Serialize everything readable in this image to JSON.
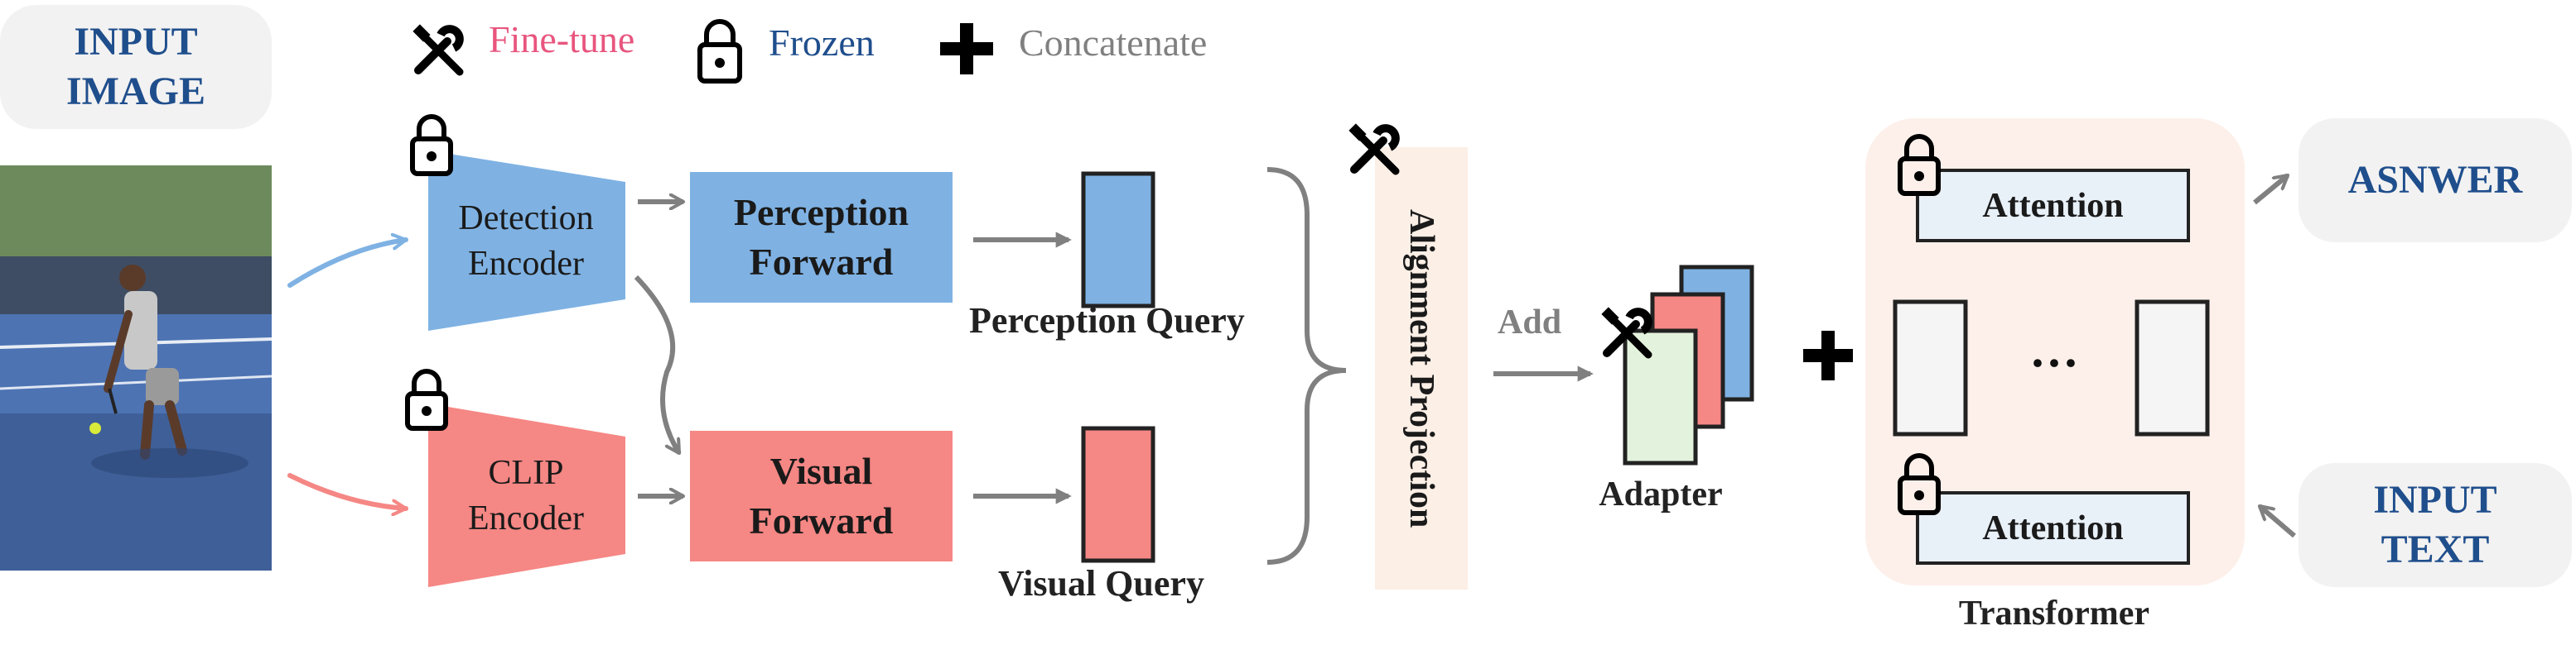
{
  "legend": {
    "finetune_label": "Fine-tune",
    "frozen_label": "Frozen",
    "concat_label": "Concatenate",
    "finetune_icon": "tools-icon",
    "frozen_icon": "lock-icon",
    "concat_icon": "plus-icon"
  },
  "input_image": {
    "label": "INPUT\nIMAGE"
  },
  "encoders": {
    "detection": "Detection\nEncoder",
    "clip": "CLIP\nEncoder"
  },
  "forwards": {
    "perception": "Perception\nForward",
    "visual": "Visual\nForward"
  },
  "queries": {
    "perception": "Perception Query",
    "visual": "Visual Query"
  },
  "alignment": {
    "label": "Alignment Projection"
  },
  "add_label": "Add",
  "adapter_label": "Adapter",
  "transformer": {
    "label": "Transformer",
    "attention_top": "Attention",
    "attention_bottom": "Attention",
    "ellipsis": "···"
  },
  "answer_label": "ASNWER",
  "input_text": {
    "label": "INPUT\nTEXT"
  },
  "colors": {
    "blue": "#7fb2e3",
    "red": "#f58784",
    "green": "#e3f2dc",
    "finetune": "#e8557e",
    "frozen": "#1f4e8c",
    "gray": "#808080",
    "transformer_bg": "#fdf0ea",
    "attention_bg": "#e8f0f8",
    "alignment_bg": "#fcefe6",
    "pill_bg": "#f2f2f2"
  }
}
